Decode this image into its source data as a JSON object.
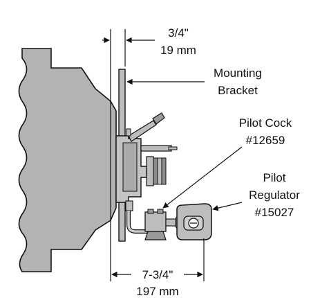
{
  "labels": {
    "top_dim_imperial": "3/4\"",
    "top_dim_metric": "19 mm",
    "mounting_line1": "Mounting",
    "mounting_line2": "Bracket",
    "pilot_cock_line1": "Pilot Cock",
    "pilot_cock_line2": "#12659",
    "pilot_reg_line1": "Pilot",
    "pilot_reg_line2": "Regulator",
    "pilot_reg_line3": "#15027",
    "bottom_dim_imperial": "7-3/4\"",
    "bottom_dim_metric": "197 mm"
  },
  "colors": {
    "body_fill": "#b3b3b3",
    "part_fill": "#bdbdbd",
    "dark_fill": "#7a7a7a",
    "line": "#111111"
  }
}
